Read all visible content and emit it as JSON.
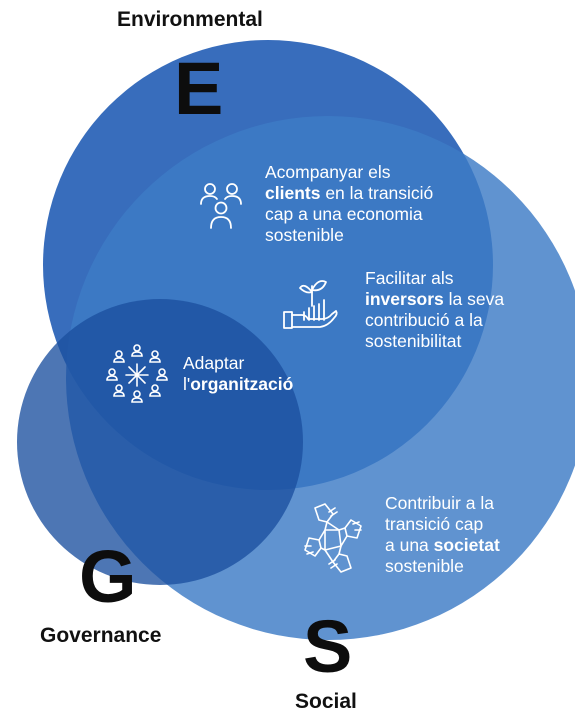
{
  "labels": {
    "environmental": "Environmental",
    "governance": "Governance",
    "social": "Social"
  },
  "letters": {
    "e": "E",
    "g": "G",
    "s": "S"
  },
  "colors": {
    "circle_e": "#2d65b8",
    "circle_s": "#3f7cc6",
    "circle_g": "#1e56a8",
    "text_dark": "#111111",
    "icon_stroke": "#ffffff"
  },
  "items": [
    {
      "icon": "people-group-icon",
      "lines": [
        {
          "parts": [
            {
              "t": "Acompanyar els"
            }
          ]
        },
        {
          "parts": [
            {
              "t": "clients",
              "b": true
            },
            {
              "t": " en la transició"
            }
          ]
        },
        {
          "parts": [
            {
              "t": "cap a una economia"
            }
          ]
        },
        {
          "parts": [
            {
              "t": "sostenible"
            }
          ]
        }
      ]
    },
    {
      "icon": "hand-growth-icon",
      "lines": [
        {
          "parts": [
            {
              "t": "Facilitar als"
            }
          ]
        },
        {
          "parts": [
            {
              "t": "inversors",
              "b": true
            },
            {
              "t": " la seva"
            }
          ]
        },
        {
          "parts": [
            {
              "t": "contribució a la"
            }
          ]
        },
        {
          "parts": [
            {
              "t": "sostenibilitat"
            }
          ]
        }
      ]
    },
    {
      "icon": "organization-network-icon",
      "lines": [
        {
          "parts": [
            {
              "t": "Adaptar"
            }
          ]
        },
        {
          "parts": [
            {
              "t": "l'"
            },
            {
              "t": "organització",
              "b": true
            }
          ]
        }
      ]
    },
    {
      "icon": "joined-hands-icon",
      "lines": [
        {
          "parts": [
            {
              "t": "Contribuir a la"
            }
          ]
        },
        {
          "parts": [
            {
              "t": "transició cap"
            }
          ]
        },
        {
          "parts": [
            {
              "t": "a una "
            },
            {
              "t": "societat",
              "b": true
            }
          ]
        },
        {
          "parts": [
            {
              "t": "sostenible"
            }
          ]
        }
      ]
    }
  ]
}
